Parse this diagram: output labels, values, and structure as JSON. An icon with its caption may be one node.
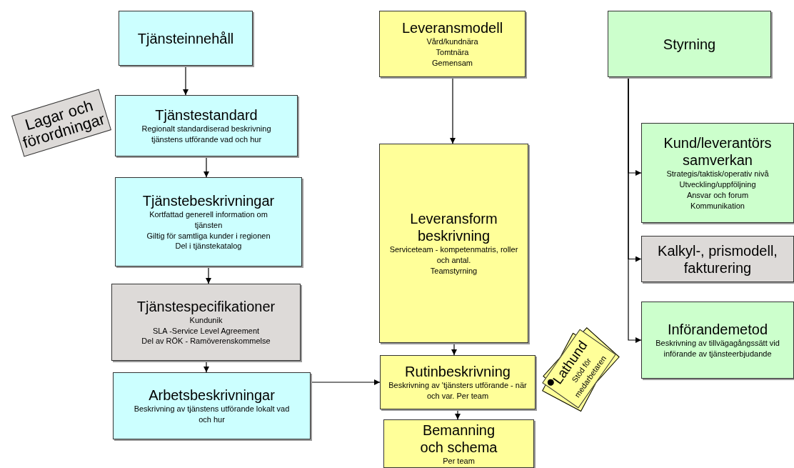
{
  "diagram": {
    "nodes": [
      {
        "text": [
          "Tjänsteinnehåll"
        ]
      },
      {
        "text": [
          "Lagar och förordningar"
        ]
      },
      {
        "text": [
          "Tjänstestandard",
          "Regionalt standardiserad beskrivning tjänstens utförande vad och hur"
        ]
      },
      {
        "text": [
          "Tjänstebeskrivningar",
          "Kortfattad generell information om tjänsten",
          "Giltig för samtliga kunder i regionen",
          "Del i tjänstekatalog"
        ]
      },
      {
        "text": [
          "Tjänstespecifikationer",
          "Kundunik",
          "SLA -Service Level Agreement",
          "Del av RÖK - Ramöverenskommelse"
        ]
      },
      {
        "text": [
          "Arbetsbeskrivningar",
          "Beskrivning av tjänstens utförande lokalt vad och hur"
        ]
      },
      {
        "text": [
          "Leveransmodell",
          "Vård/kundnära",
          "Tomtnära",
          "Gemensam"
        ]
      },
      {
        "text": [
          "Leveransform beskrivning",
          "Serviceteam - kompetenmatris, roller och antal.",
          "Teamstyrning"
        ]
      },
      {
        "text": [
          "Rutinbeskrivning",
          "Beskrivning av 'tjänsters utförande - när och var. Per team"
        ]
      },
      {
        "text": [
          "Lathund",
          "Stöd för medarbetaren"
        ]
      },
      {
        "text": [
          "Bemanning och schema",
          "Per team"
        ]
      },
      {
        "text": [
          "Styrning"
        ]
      },
      {
        "text": [
          "Kund/leverantörs samverkan",
          "Strategis/taktisk/operativ nivå",
          "Utveckling/uppföljning",
          "Ansvar och forum",
          "Kommunikation"
        ]
      },
      {
        "text": [
          "Kalkyl-, prismodell, fakturering"
        ]
      },
      {
        "text": [
          "Införandemetod",
          "Beskrivning av tillvägagångssätt vid införande av tjänsteerbjudande"
        ]
      }
    ],
    "edges": [
      {
        "from": 0,
        "to": 2,
        "arrow": "to"
      },
      {
        "from": 2,
        "to": 3,
        "arrow": "to"
      },
      {
        "from": 3,
        "to": 4,
        "arrow": "to"
      },
      {
        "from": 4,
        "to": 5,
        "arrow": "to"
      },
      {
        "from": 5,
        "to": 8,
        "arrow": "to"
      },
      {
        "from": 6,
        "to": 7,
        "arrow": "to"
      },
      {
        "from": 7,
        "to": 8,
        "arrow": "to"
      },
      {
        "from": 8,
        "to": 10,
        "arrow": "to"
      },
      {
        "from": 11,
        "to": 12,
        "arrow": "to"
      },
      {
        "from": 11,
        "to": 13,
        "arrow": "to"
      },
      {
        "from": 11,
        "to": 14,
        "arrow": "to"
      }
    ]
  }
}
